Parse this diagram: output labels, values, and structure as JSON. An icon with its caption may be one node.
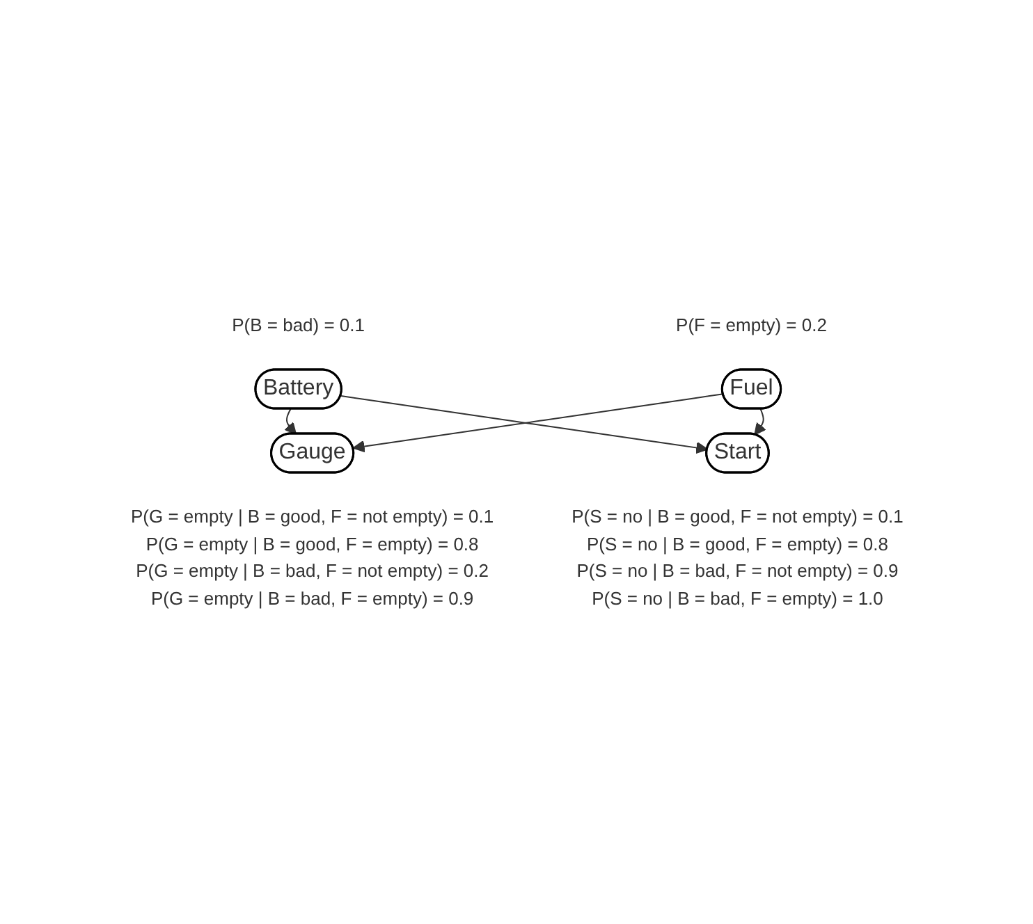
{
  "diagram": {
    "nodes": [
      {
        "text": [
          "Battery"
        ],
        "beside": [
          "P(B = bad) = 0.1"
        ]
      },
      {
        "text": [
          "Fuel"
        ],
        "beside": [
          "P(F = empty) = 0.2"
        ]
      },
      {
        "text": [
          "Gauge"
        ],
        "beside": [
          "P(G = empty | B = good, F = not empty) = 0.1",
          "P(G = empty | B = good, F = empty) = 0.8",
          "P(G = empty | B = bad, F = not empty) = 0.2",
          "P(G = empty | B = bad, F = empty) = 0.9"
        ]
      },
      {
        "text": [
          "Start"
        ],
        "beside": [
          "P(S = no | B = good, F = not empty) = 0.1",
          "P(S = no | B = good, F = empty) = 0.8",
          "P(S = no | B = bad, F = not empty) = 0.9",
          "P(S = no | B = bad, F = empty) = 1.0"
        ]
      }
    ],
    "edges": [
      {
        "from": 0,
        "to": 2,
        "arrow": "to"
      },
      {
        "from": 1,
        "to": 2,
        "arrow": "to"
      },
      {
        "from": 1,
        "to": 3,
        "arrow": "to"
      },
      {
        "from": 0,
        "to": 3,
        "arrow": "to"
      }
    ]
  }
}
